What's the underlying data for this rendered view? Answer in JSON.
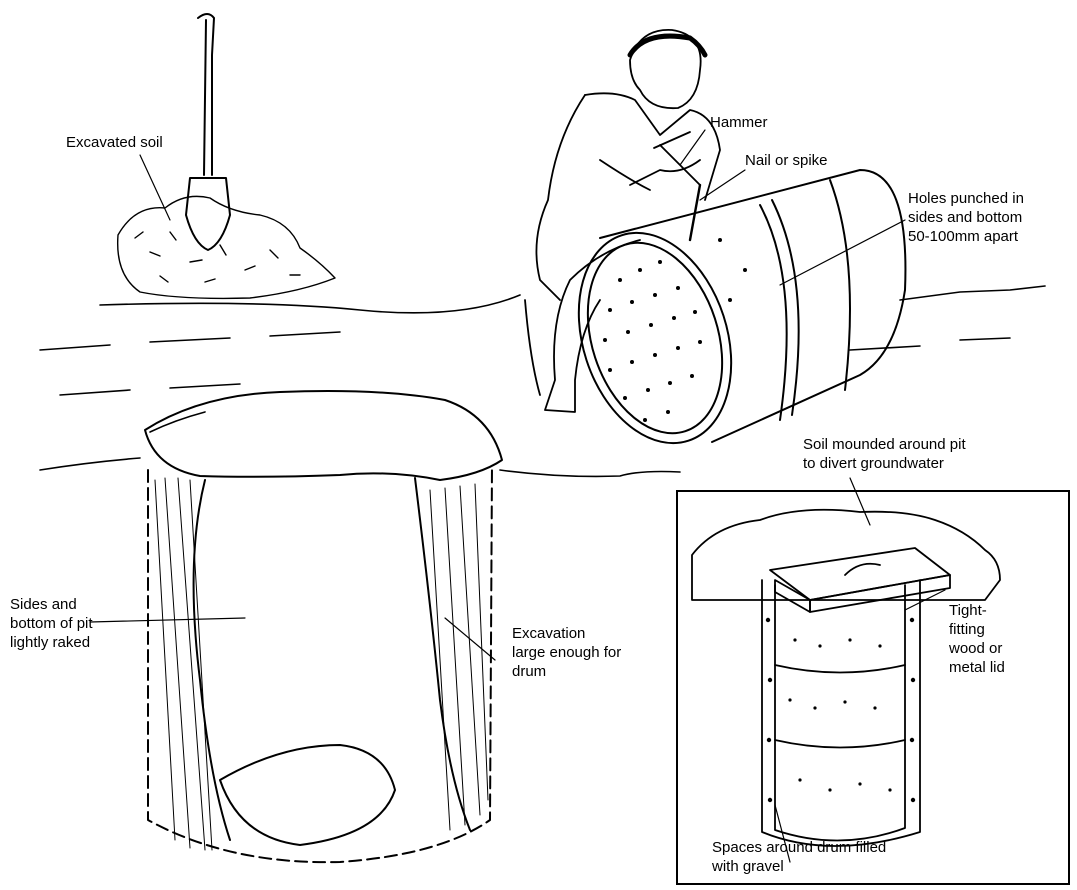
{
  "labels": {
    "excavated_soil": "Excavated soil",
    "hammer": "Hammer",
    "nail": "Nail or spike",
    "holes": [
      "Holes punched in",
      "sides and bottom",
      "50-100mm apart"
    ],
    "sides": [
      "Sides and",
      "bottom of pit",
      "lightly raked"
    ],
    "excavation": [
      "Excavation",
      "large enough for",
      "drum"
    ],
    "soil_mounded": [
      "Soil mounded around pit",
      "to divert groundwater"
    ],
    "lid": [
      "Tight-",
      "fitting",
      "wood or",
      "metal lid"
    ],
    "gravel": [
      "Spaces around drum filled",
      "with gravel"
    ]
  },
  "colors": {
    "ink": "#000000",
    "paper": "#ffffff"
  }
}
